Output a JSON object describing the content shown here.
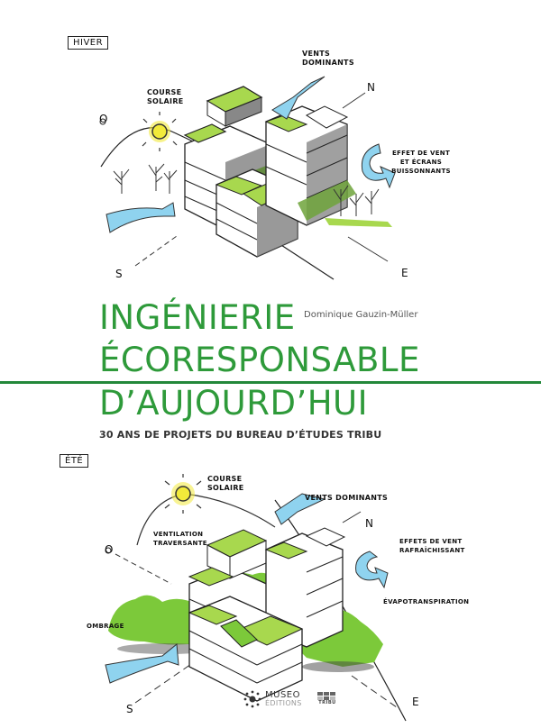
{
  "cover": {
    "title_lines": [
      "INGÉNIERIE",
      "ÉCORESPONSABLE",
      "D’AUJOURD’HUI"
    ],
    "author": "Dominique Gauzin-Müller",
    "subtitle": "30 ANS DE PROJETS DU BUREAU D’ÉTUDES TRIBU",
    "accent_color": "#2e9a3a",
    "rule_color": "#23883a"
  },
  "winter_sketch": {
    "season_label": "HIVER",
    "annotations": {
      "solar_path": "COURSE SOLAIRE",
      "prevailing_winds": "VENTS DOMINANTS",
      "wind_effect": "EFFET DE VENT ET ÉCRANS BUISSONNANTS"
    },
    "compass": {
      "west": "O",
      "north": "N",
      "south": "S",
      "east": "E"
    }
  },
  "summer_sketch": {
    "season_label": "ÉTÉ",
    "annotations": {
      "solar_path": "COURSE SOLAIRE",
      "prevailing_winds": "VENTS DOMINANTS",
      "cross_ventilation": "VENTILATION TRAVERSANTE",
      "cooling_wind": "EFFETS DE VENT RAFRAÎCHISSANT",
      "evapotranspiration": "ÉVAPOTRANSPIRATION",
      "shade": "OMBRAGE"
    },
    "compass": {
      "west": "O",
      "north": "N",
      "south": "S",
      "east": "E"
    }
  },
  "publishers": {
    "museo_name": "MUSEO",
    "museo_sub": "ÉDITIONS",
    "tribu": "TRIBU"
  },
  "palette": {
    "roof_green": "#a8d84e",
    "tree_green": "#7cc93a",
    "wind_blue": "#8fd3ef",
    "sun_yellow": "#f2ea3a"
  }
}
